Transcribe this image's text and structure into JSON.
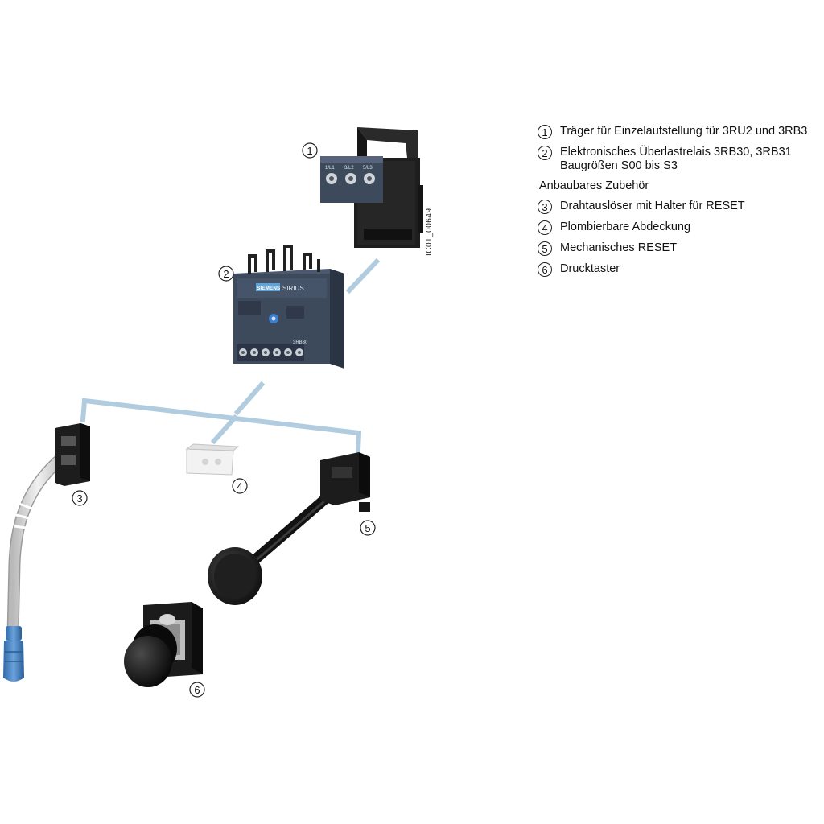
{
  "diagram": {
    "drawing_code": "IC01_00649",
    "device_text": {
      "brand": "SIEMENS",
      "series": "SIRIUS",
      "model": "3RB30",
      "terminals_top": [
        "1/L1",
        "3/L2",
        "5/L3"
      ]
    },
    "callouts": [
      "1",
      "2",
      "3",
      "4",
      "5",
      "6"
    ]
  },
  "legend": {
    "items_main": [
      {
        "num": "1",
        "text": "Träger für Einzelaufstellung für 3RU2 und 3RB3"
      },
      {
        "num": "2",
        "text": "Elektronisches Überlastrelais 3RB30, 3RB31 Baugrößen S00 bis S3"
      }
    ],
    "accessories_heading": "Anbaubares Zubehör",
    "items_accessories": [
      {
        "num": "3",
        "text": "Drahtauslöser mit Halter für RESET"
      },
      {
        "num": "4",
        "text": "Plombierbare Abdeckung"
      },
      {
        "num": "5",
        "text": "Mechanisches RESET"
      },
      {
        "num": "6",
        "text": "Drucktaster"
      }
    ]
  },
  "colors": {
    "relay_body": "#3d4a5c",
    "holder_black": "#1c1c1c",
    "guide_line": "#a9c7dc",
    "cable": "#d9d9d9",
    "cable_tip": "#3f7fc0"
  }
}
